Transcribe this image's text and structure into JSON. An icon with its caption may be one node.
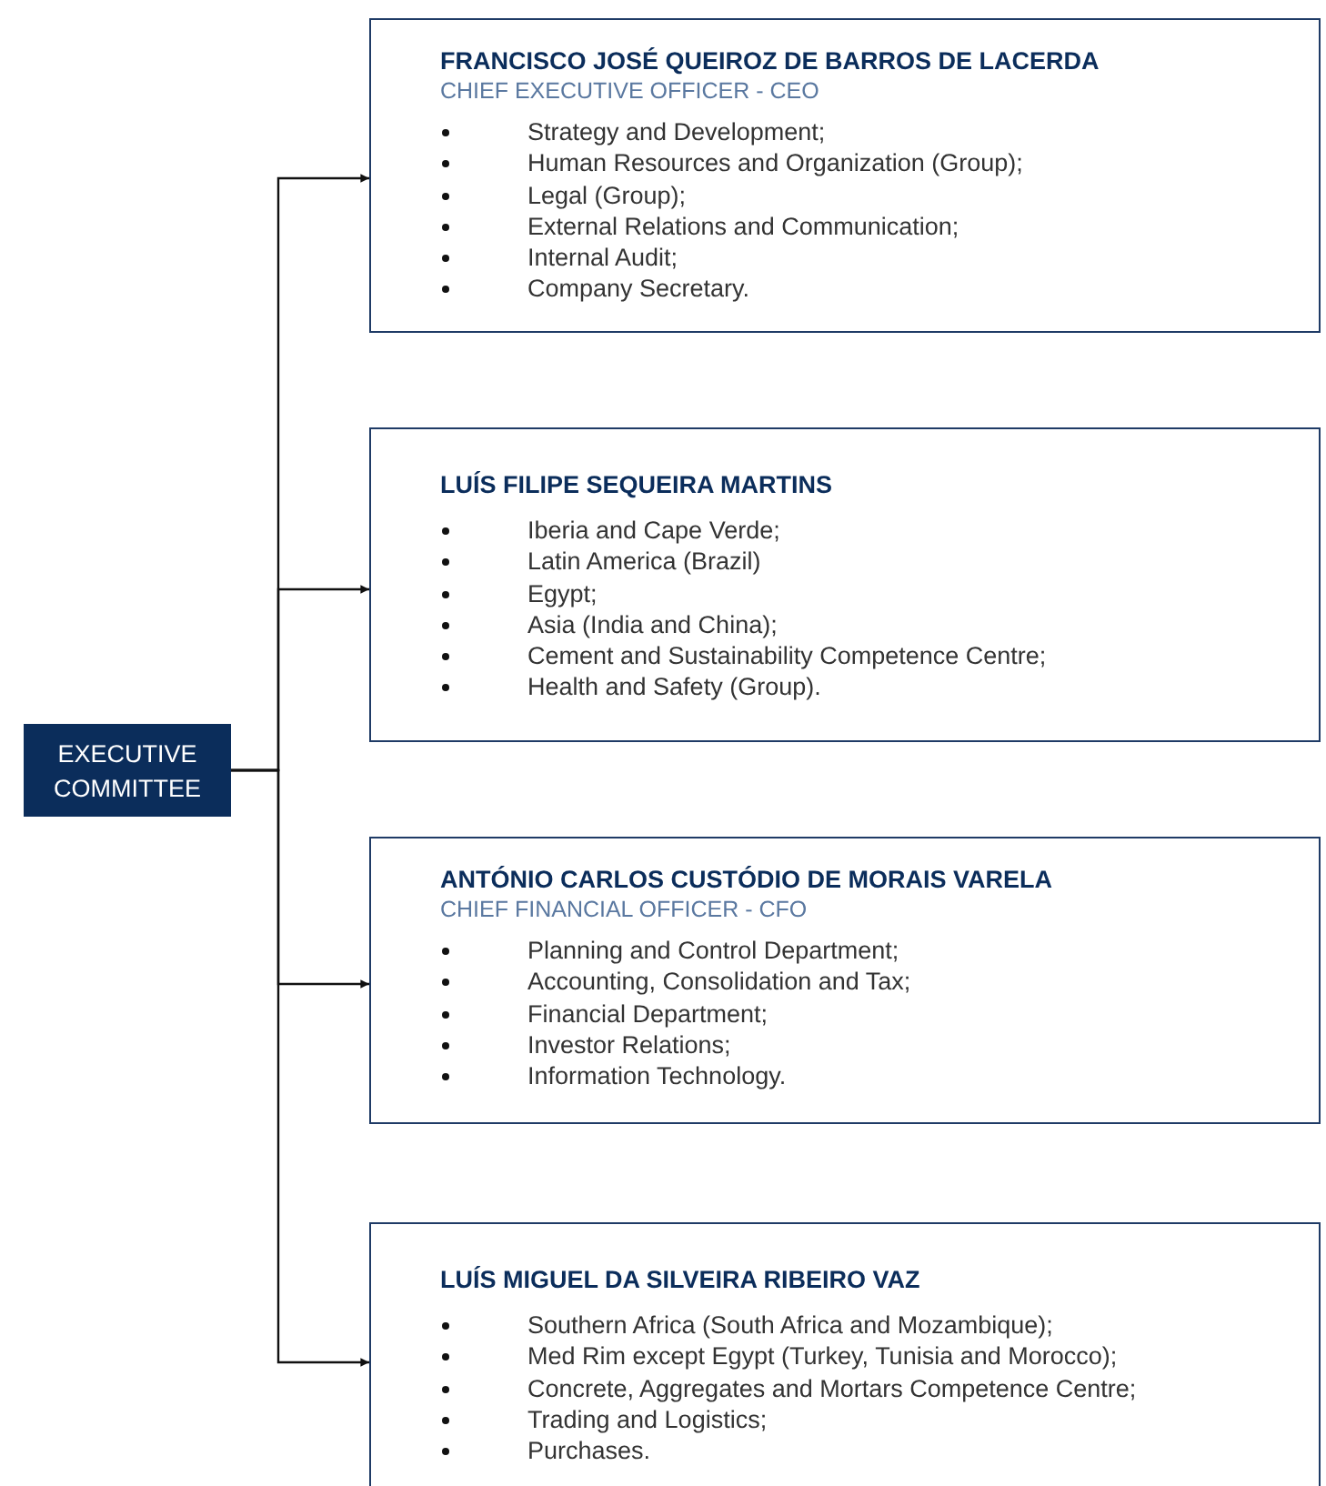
{
  "diagram": {
    "nodes": [
      {
        "text": [
          "EXECUTIVE COMMITTEE"
        ]
      },
      {
        "text": [
          "FRANCISCO JOSÉ QUEIROZ DE BARROS DE LACERDA",
          "CHIEF EXECUTIVE OFFICER - CEO",
          "Strategy and Development;",
          "Human Resources and Organization (Group);",
          "Legal (Group);",
          "External Relations and Communication;",
          "Internal Audit;",
          "Company Secretary."
        ]
      },
      {
        "text": [
          "LUÍS FILIPE SEQUEIRA MARTINS",
          "Iberia and Cape Verde;",
          "Latin America (Brazil)",
          "Egypt;",
          "Asia (India and China);",
          "Cement and Sustainability Competence Centre;",
          "Health and Safety (Group)."
        ]
      },
      {
        "text": [
          "ANTÓNIO CARLOS CUSTÓDIO DE MORAIS VARELA",
          "CHIEF FINANCIAL OFFICER - CFO",
          "Planning and Control Department;",
          "Accounting, Consolidation and Tax;",
          "Financial Department;",
          "Investor Relations;",
          "Information Technology."
        ]
      },
      {
        "text": [
          "LUÍS MIGUEL DA SILVEIRA RIBEIRO VAZ",
          "Southern Africa (South Africa and Mozambique);",
          "Med Rim except Egypt (Turkey, Tunisia and Morocco);",
          "Concrete, Aggregates and Mortars Competence Centre;",
          "Trading and Logistics;",
          "Purchases."
        ]
      }
    ],
    "edges": [
      {
        "from": 0,
        "to": 1,
        "arrow": "to"
      },
      {
        "from": 0,
        "to": 2,
        "arrow": "to"
      },
      {
        "from": 0,
        "to": 3,
        "arrow": "to"
      },
      {
        "from": 0,
        "to": 4,
        "arrow": "to"
      }
    ]
  }
}
